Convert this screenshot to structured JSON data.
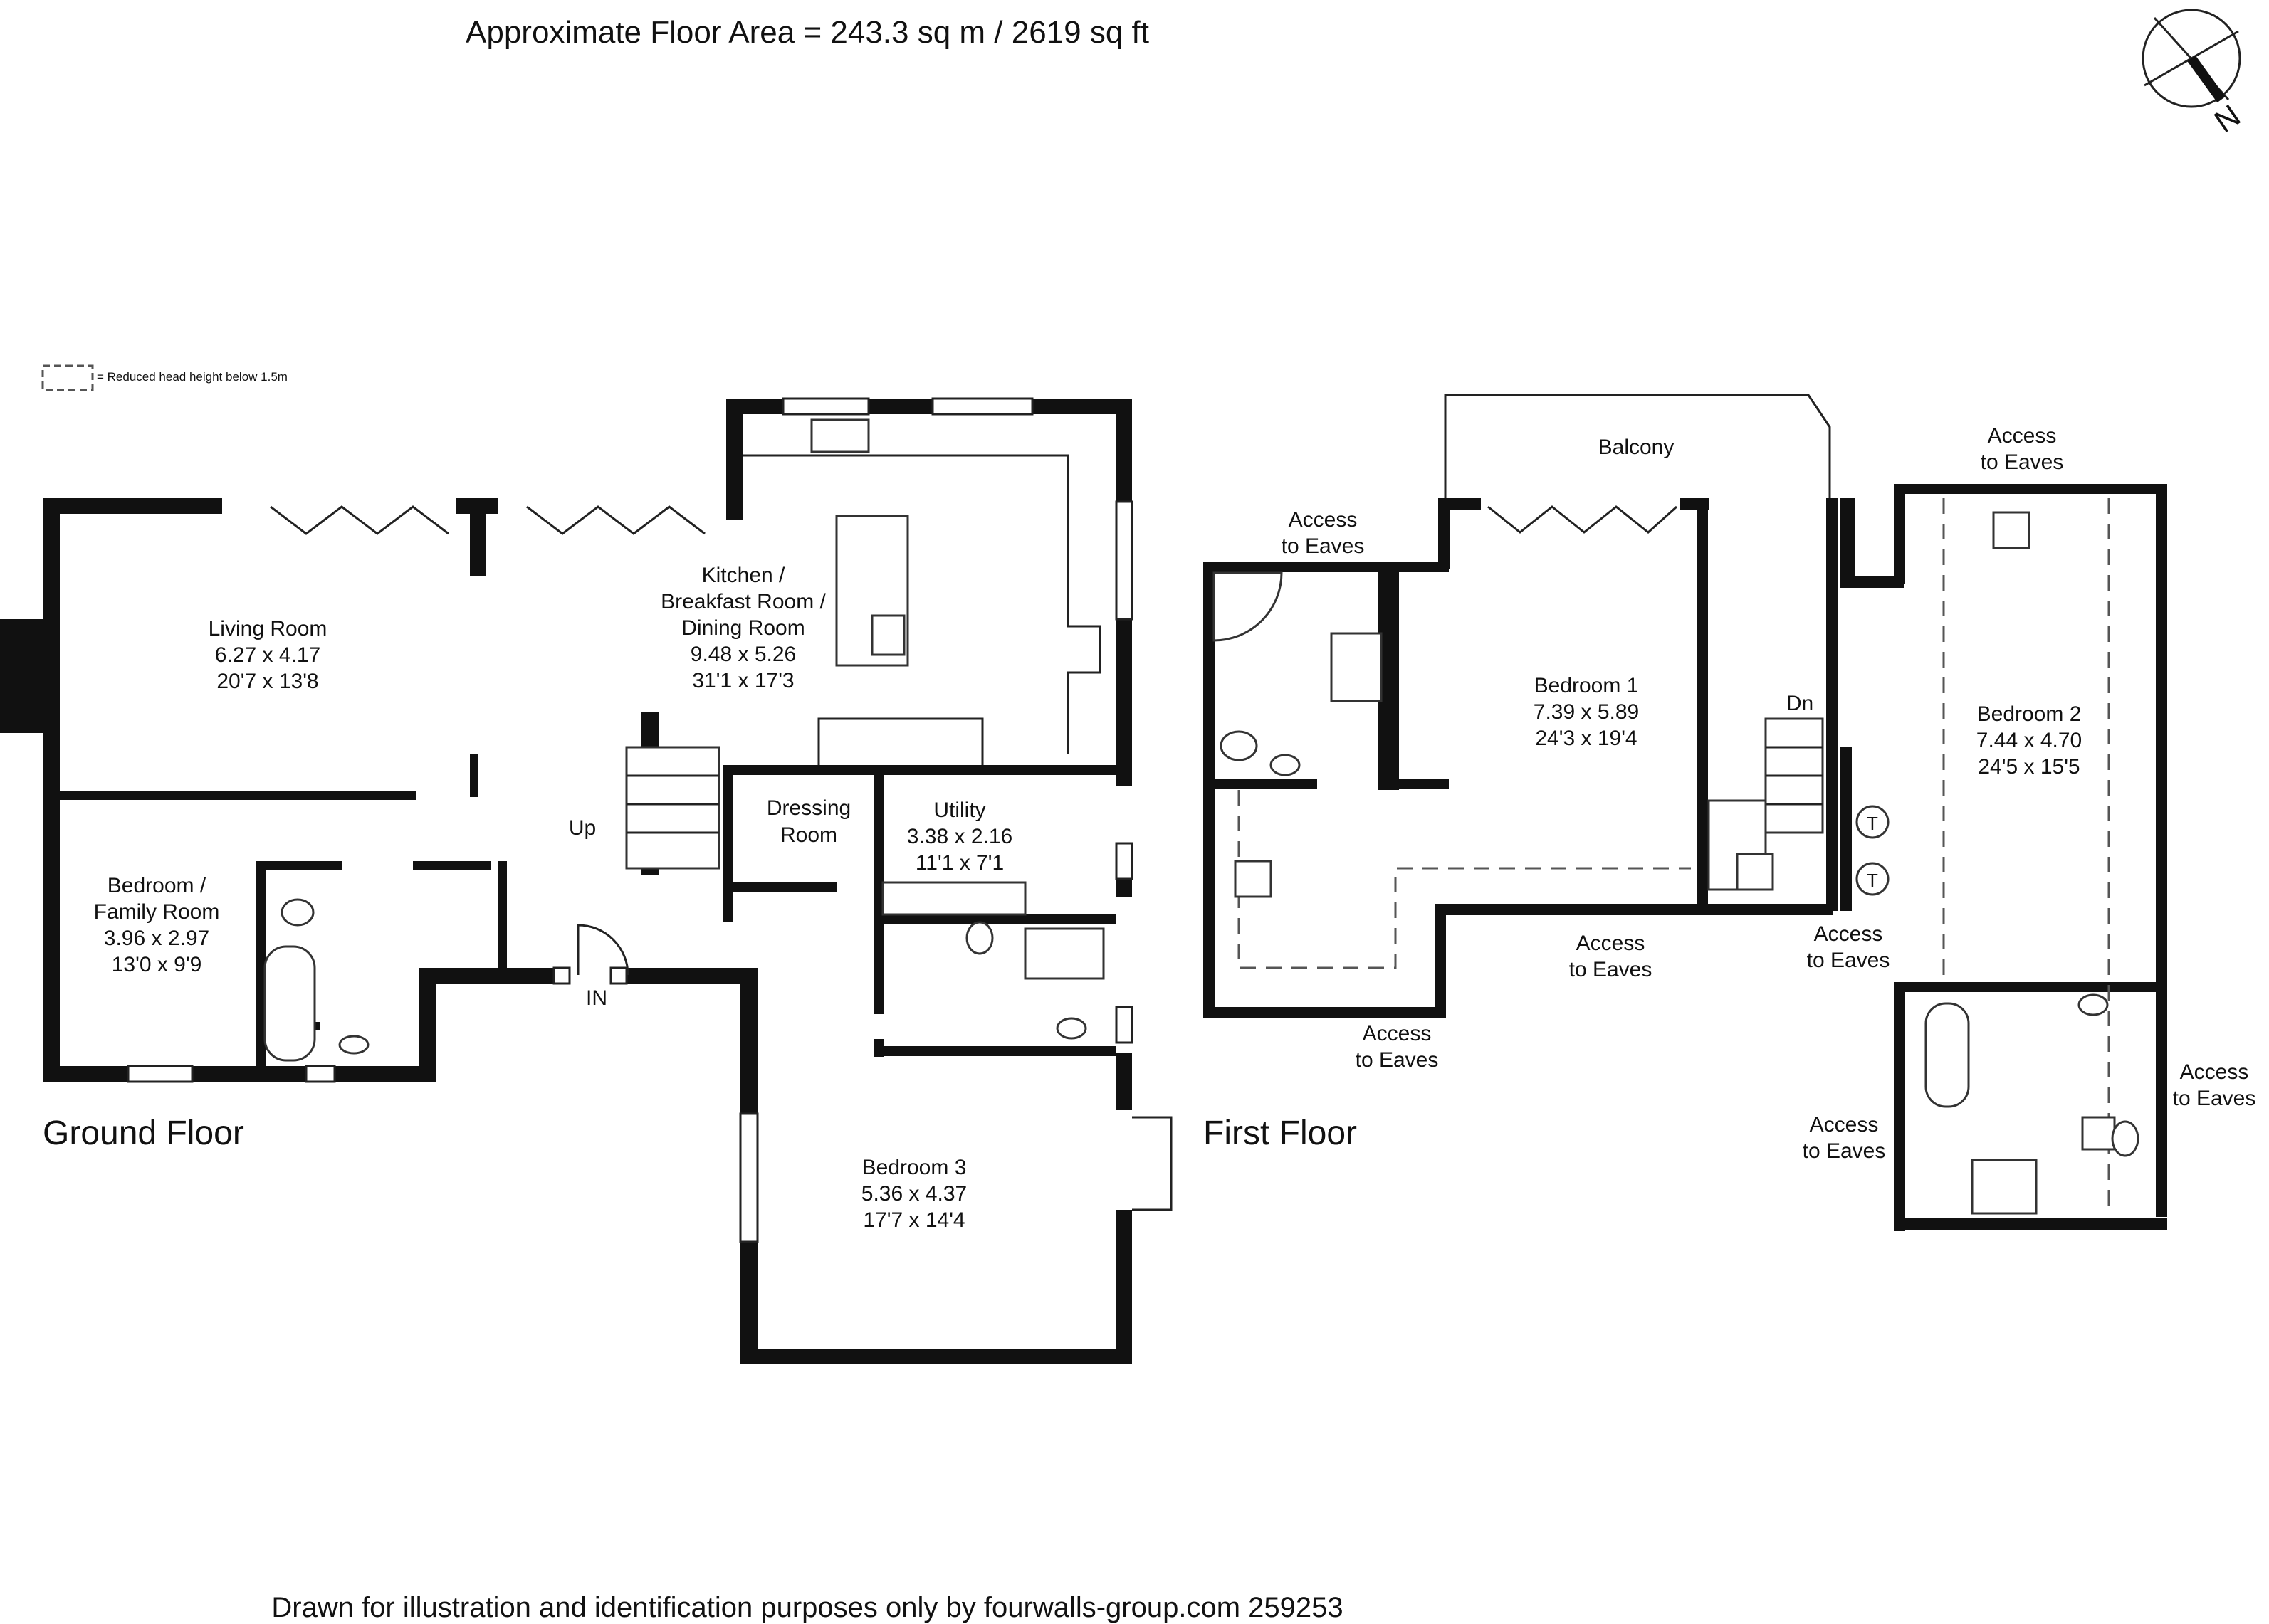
{
  "header": {
    "area": "Approximate Floor Area = 243.3 sq m / 2619 sq ft"
  },
  "footer": {
    "note": "Drawn for illustration and identification purposes only by fourwalls-group.com 259253"
  },
  "legend": {
    "text": "= Reduced head height below 1.5m"
  },
  "compass": {
    "letter": "N"
  },
  "ground_floor": {
    "title": "Ground Floor",
    "living_room": {
      "name": "Living Room",
      "metric": "6.27 x 4.17",
      "imperial": "20'7 x 13'8"
    },
    "kitchen": {
      "name1": "Kitchen /",
      "name2": "Breakfast Room /",
      "name3": "Dining Room",
      "metric": "9.48 x 5.26",
      "imperial": "31'1 x 17'3"
    },
    "bedroom_family": {
      "name1": "Bedroom /",
      "name2": "Family Room",
      "metric": "3.96 x 2.97",
      "imperial": "13'0 x 9'9"
    },
    "dressing": {
      "name1": "Dressing",
      "name2": "Room"
    },
    "utility": {
      "name": "Utility",
      "metric": "3.38 x 2.16",
      "imperial": "11'1 x 7'1"
    },
    "bedroom3": {
      "name": "Bedroom 3",
      "metric": "5.36 x 4.37",
      "imperial": "17'7 x 14'4"
    },
    "up": "Up",
    "entrance": "IN"
  },
  "first_floor": {
    "title": "First Floor",
    "balcony": "Balcony",
    "bedroom1": {
      "name": "Bedroom 1",
      "metric": "7.39 x 5.89",
      "imperial": "24'3 x 19'4"
    },
    "bedroom2": {
      "name": "Bedroom 2",
      "metric": "7.44 x 4.70",
      "imperial": "24'5 x 15'5"
    },
    "down": "Dn",
    "tank": "T",
    "eaves": {
      "line1": "Access",
      "line2": "to Eaves"
    }
  }
}
